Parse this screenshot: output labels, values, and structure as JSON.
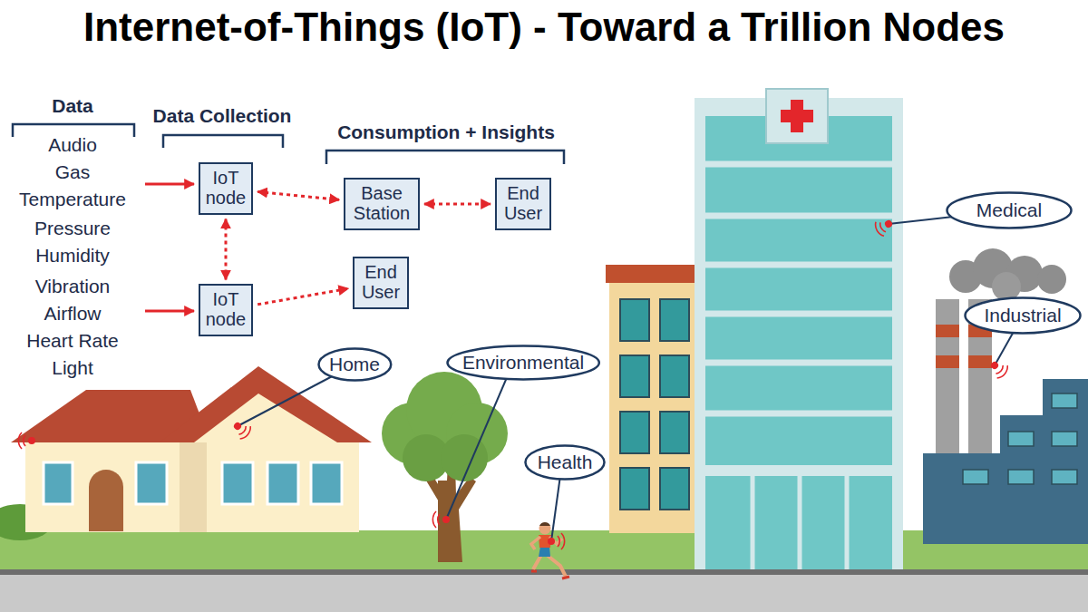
{
  "diagram": {
    "title": "Internet-of-Things (IoT) - Toward a Trillion Nodes",
    "nodes": [
      {
        "text": [
          "IoT node"
        ]
      },
      {
        "text": [
          "Base Station"
        ]
      },
      {
        "text": [
          "End User"
        ]
      },
      {
        "text": [
          "IoT node"
        ]
      },
      {
        "text": [
          "End User"
        ]
      },
      {
        "text": [
          "Medical"
        ]
      },
      {
        "text": [
          "Industrial"
        ]
      },
      {
        "text": [
          "Home"
        ]
      },
      {
        "text": [
          "Environmental"
        ]
      },
      {
        "text": [
          "Health"
        ]
      }
    ],
    "edges": [
      {
        "from": 0,
        "to": 1,
        "arrow": "both"
      },
      {
        "from": 1,
        "to": 2,
        "arrow": "both"
      },
      {
        "from": 0,
        "to": 3,
        "arrow": "both"
      },
      {
        "from": 3,
        "to": 4,
        "arrow": "to"
      }
    ],
    "labels": [
      "Data",
      "Data Collection",
      "Consumption + Insights",
      "Audio",
      "Gas",
      "Temperature",
      "Pressure",
      "Humidity",
      "Vibration",
      "Airflow",
      "Heart Rate",
      "Light"
    ]
  }
}
